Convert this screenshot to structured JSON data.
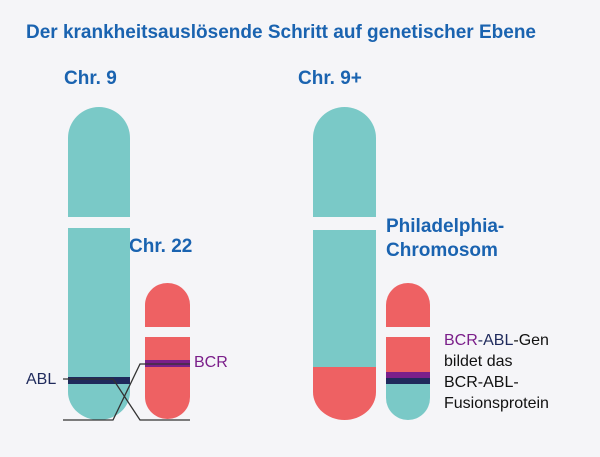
{
  "title": "Der krankheitsauslösende Schritt auf genetischer Ebene",
  "labels": {
    "chr9": "Chr. 9",
    "chr22": "Chr. 22",
    "chr9plus": "Chr. 9+",
    "philadelphia_line1": "Philadelphia-",
    "philadelphia_line2": "Chromosom",
    "abl": "ABL",
    "bcr": "BCR"
  },
  "description": {
    "bcr": "BCR",
    "dash1": "-",
    "abl": "ABL",
    "gen": "-Gen",
    "line2": "bildet das",
    "line3": "BCR-ABL-",
    "line4": "Fusionsprotein"
  },
  "colors": {
    "chr9": "#7ac9c7",
    "chr22": "#ee6163",
    "bcr": "#7b1f8a",
    "abl": "#1f2a5c",
    "title": "#1a63b0"
  }
}
